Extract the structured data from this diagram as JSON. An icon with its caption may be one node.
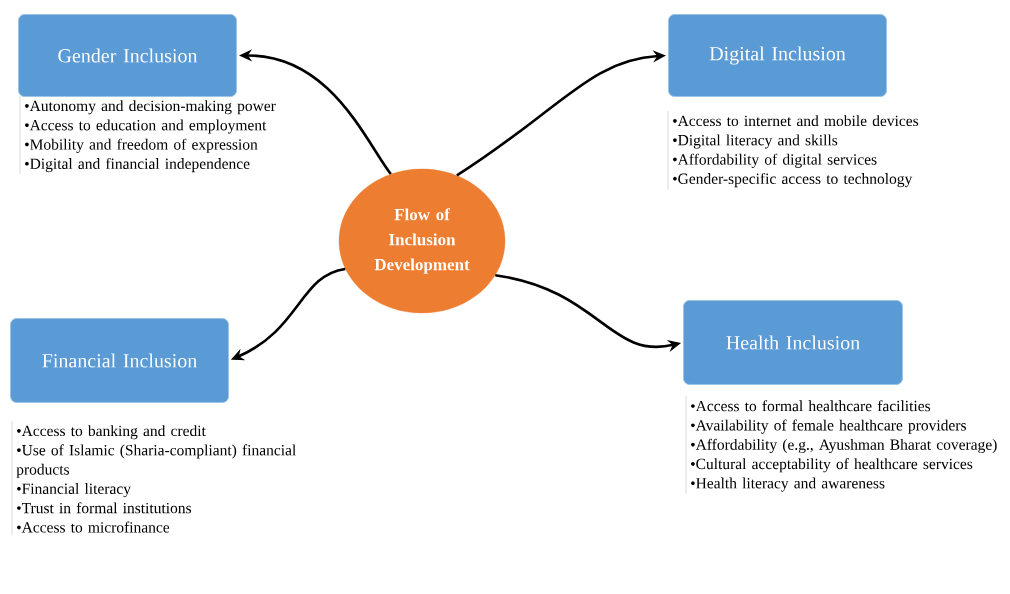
{
  "diagram": {
    "nodes": [
      {
        "text": [
          "Gender Inclusion"
        ],
        "beside": [
          "•Autonomy and decision-making power",
          "•Access to education and employment",
          "•Mobility and freedom of expression",
          "•Digital and financial independence"
        ]
      },
      {
        "text": [
          "Digital Inclusion"
        ],
        "beside": [
          "•Access to internet and mobile devices",
          "•Digital literacy and skills",
          "•Affordability of digital services",
          "•Gender-specific access to technology"
        ]
      },
      {
        "text": [
          "Flow of Inclusion Development"
        ]
      },
      {
        "text": [
          "Financial Inclusion"
        ],
        "beside": [
          "•Access to banking and credit",
          "•Use of Islamic (Sharia-compliant) financial products",
          "•Financial literacy",
          "•Trust in formal institutions",
          "•Access to microfinance"
        ]
      },
      {
        "text": [
          "Health Inclusion"
        ],
        "beside": [
          "•Access to formal healthcare facilities",
          "•Availability of female healthcare providers",
          "•Affordability (e.g., Ayushman Bharat coverage)",
          "•Cultural acceptability of healthcare services",
          "•Health literacy and awareness"
        ]
      }
    ],
    "edges": [
      {
        "from": 2,
        "to": 0,
        "arrow": "to"
      },
      {
        "from": 2,
        "to": 1,
        "arrow": "to"
      },
      {
        "from": 2,
        "to": 3,
        "arrow": "to"
      },
      {
        "from": 2,
        "to": 4,
        "arrow": "to"
      }
    ]
  }
}
